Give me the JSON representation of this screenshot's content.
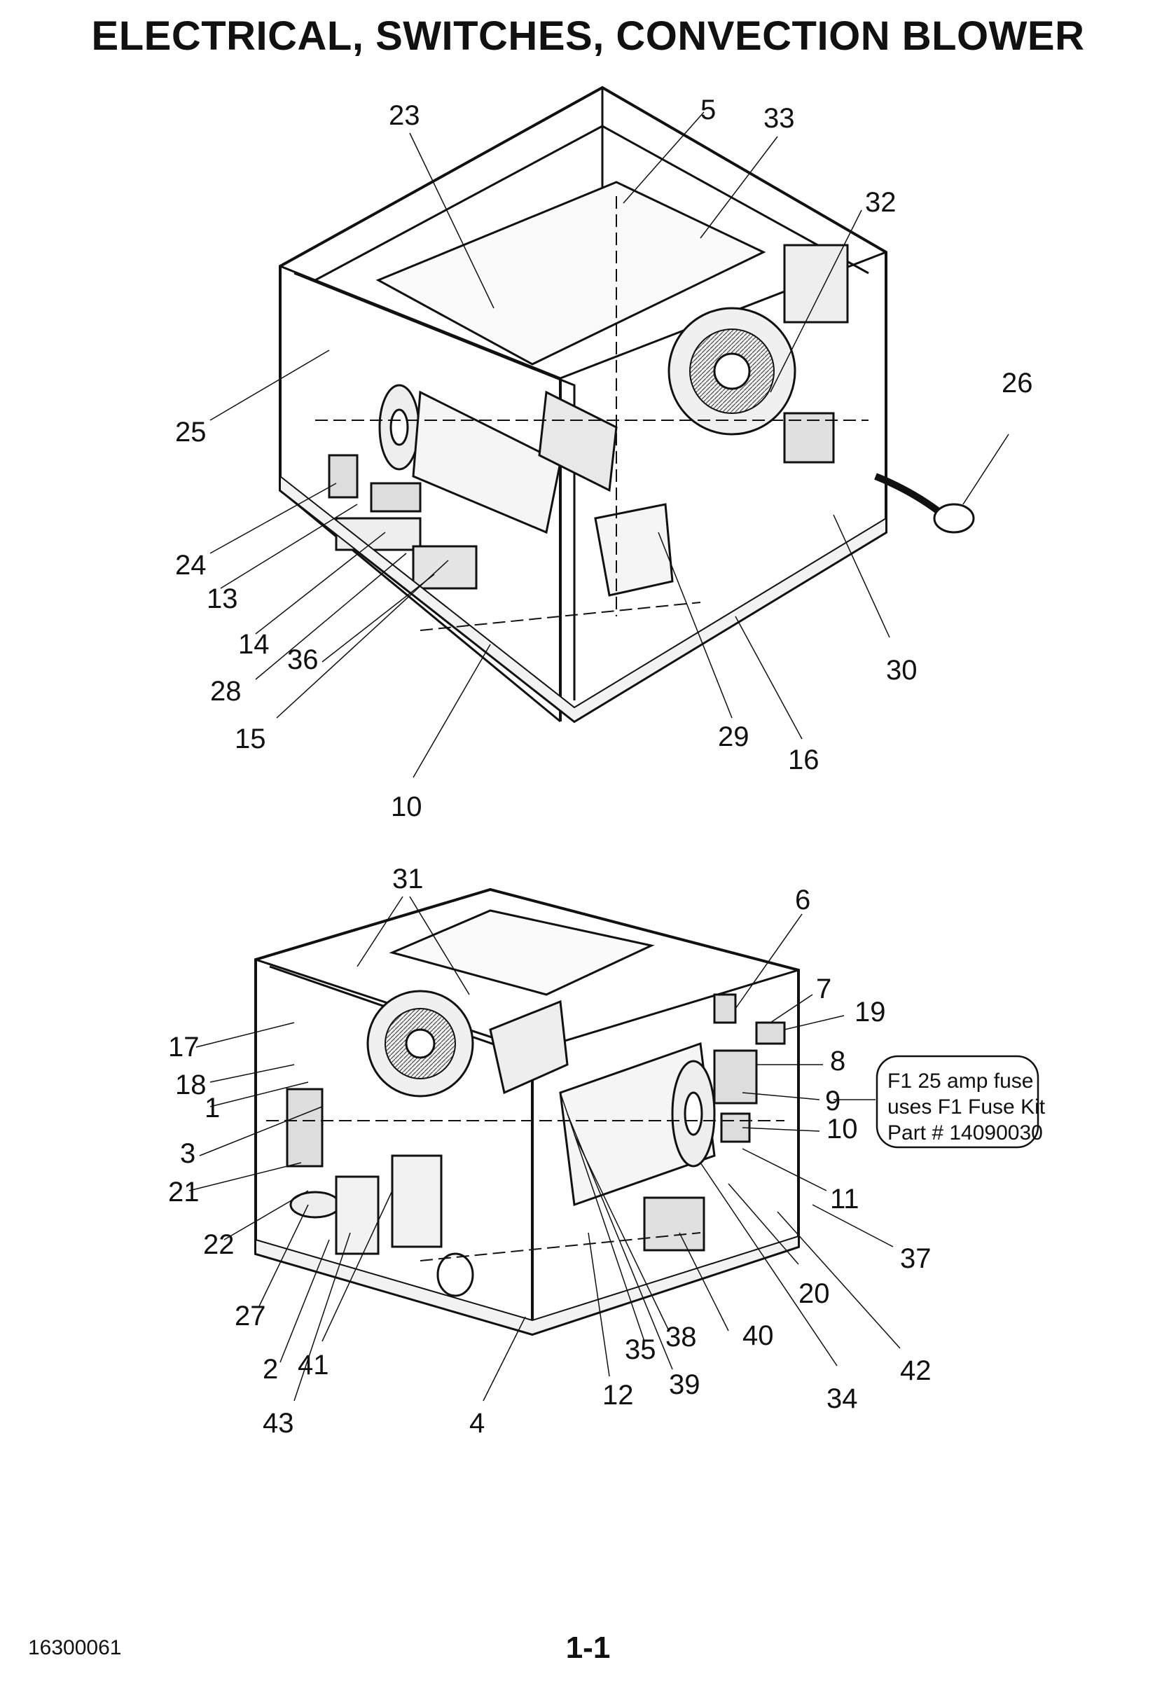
{
  "title": "ELECTRICAL, SWITCHES, CONVECTION BLOWER",
  "footer": {
    "doc_number": "16300061",
    "page": "1-1"
  },
  "note": {
    "lines": [
      "F1 25 amp fuse",
      "uses F1 Fuse Kit",
      "Part # 14090030"
    ],
    "ref": "9"
  },
  "callouts_top": [
    "23",
    "5",
    "33",
    "32",
    "26",
    "25",
    "24",
    "13",
    "14",
    "28",
    "36",
    "15",
    "10",
    "29",
    "16",
    "30"
  ],
  "callouts_bottom": [
    "31",
    "6",
    "7",
    "19",
    "8",
    "9",
    "10",
    "17",
    "18",
    "1",
    "3",
    "21",
    "22",
    "27",
    "2",
    "41",
    "43",
    "4",
    "12",
    "35",
    "38",
    "39",
    "40",
    "34",
    "20",
    "42",
    "37",
    "11"
  ]
}
